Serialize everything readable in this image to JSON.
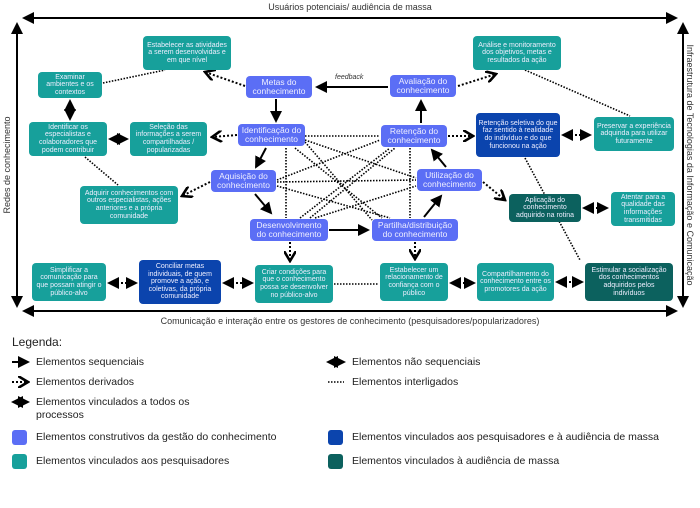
{
  "frame": {
    "top": "Usuários potenciais/ audiência de massa",
    "left": "Redes de conhecimento",
    "right": "Infraestrutura de Tecnologias da Informação e Comunicação",
    "bottom": "Comunicação e interação entre os gestores de conhecimento (pesquisadores/popularizadores)",
    "feedback": "feedback"
  },
  "colors": {
    "construtivos": "#5b6ef5",
    "pesquisadores": "#17a09b",
    "pesquisadores_audiencia": "#0b44ad",
    "audiencia": "#0c615e"
  },
  "nodes": {
    "estabelecer_atividades": "Estabelecer as atividades a serem desenvolvidas e em que nível",
    "examinar": "Examinar ambientes e os contextos",
    "metas": "Metas do conhecimento",
    "identificar_especialistas": "Identificar os especialistas e colaboradores que podem contribuir",
    "selecao": "Seleção das informações a serem compartilhadas / popularizadas",
    "identificacao": "Identificação do conhecimento",
    "analise": "Análise e monitoramento dos objetivos, metas e resultados da ação",
    "avaliacao": "Avaliação do conhecimento",
    "retencao": "Retenção do conhecimento",
    "retencao_seletiva": "Retenção seletiva do que faz sentido à realidade do indivíduo e do que funcionou na ação",
    "preservar": "Preservar a experiência adquirida para utilizar futuramente",
    "aquisicao": "Aquisição do conhecimento",
    "adquirir": "Adquirir conhecimentos com outros especialistas, ações anteriores e a própria comunidade",
    "utilizacao": "Utilização do conhecimento",
    "aplicacao": "Aplicação do conhecimento adquirido na rotina",
    "atentar": "Atentar para a qualidade das informações transmitidas",
    "desenvolvimento": "Desenvolvimento do conhecimento",
    "partilha": "Partilha/distribuição do conhecimento",
    "simplificar": "Simplificar a comunicação para que possam atingir o público-alvo",
    "conciliar": "Conciliar metas individuais, de quem promove a ação, e coletivas, da própria comunidade",
    "criar": "Criar condições para que o conhecimento possa se desenvolver no público-alvo",
    "relacionamento": "Estabelecer um relacionamento de confiança com o público",
    "compartilhamento": "Compartilhamento do conhecimento entre os promotores da ação",
    "estimular": "Estimular a socialização dos conhecimentos adquiridos pelos indivíduos"
  },
  "legend": {
    "title": "Legenda:",
    "sequenciais": "Elementos sequenciais",
    "derivados": "Elementos derivados",
    "todos": "Elementos vinculados a todos os processos",
    "nao_sequenciais": "Elementos não sequenciais",
    "interligados": "Elementos interligados",
    "construtivos": "Elementos construtivos da gestão do conhecimento",
    "pesquisadores": "Elementos vinculados aos pesquisadores",
    "pesq_audiencia": "Elementos vinculados aos pesquisadores e à audiência de massa",
    "audiencia": "Elementos vinculados à audiência de massa"
  }
}
